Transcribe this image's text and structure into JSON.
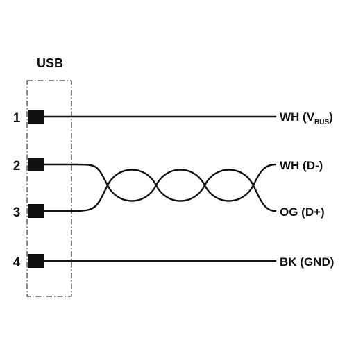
{
  "connector": {
    "title": "USB"
  },
  "pins": [
    {
      "number": "1"
    },
    {
      "number": "2"
    },
    {
      "number": "3"
    },
    {
      "number": "4"
    }
  ],
  "wires": {
    "pin1": {
      "label_main": "WH (V",
      "label_sub": "BUS",
      "label_end": ")"
    },
    "pin2": {
      "label": "WH (D-)"
    },
    "pin3": {
      "label": "OG (D+)"
    },
    "pin4": {
      "label": "BK (GND)"
    }
  },
  "twisted_pair": {
    "crossings": 4
  }
}
